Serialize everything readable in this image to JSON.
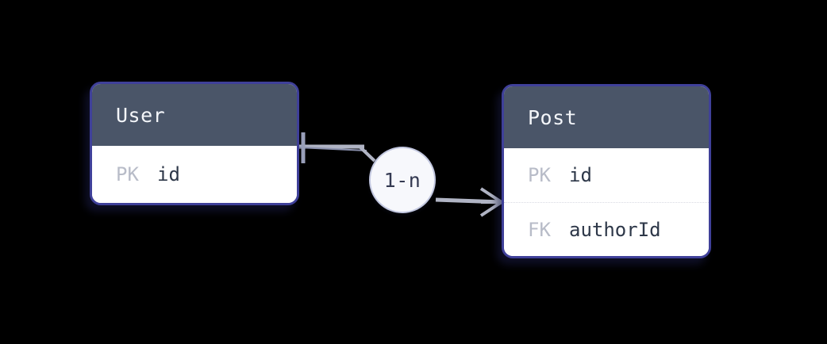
{
  "diagram": {
    "type": "entity-relationship-diagram",
    "background_color": "#000000",
    "entities": [
      {
        "id": "user",
        "title": "User",
        "header_color": "#4a5568",
        "border_color": "#3f4099",
        "body_color": "#ffffff",
        "attributes": [
          {
            "key": "PK",
            "name": "id"
          }
        ]
      },
      {
        "id": "post",
        "title": "Post",
        "header_color": "#4a5568",
        "border_color": "#3f4099",
        "body_color": "#ffffff",
        "attributes": [
          {
            "key": "PK",
            "name": "id"
          },
          {
            "key": "FK",
            "name": "authorId"
          }
        ]
      }
    ],
    "relationship": {
      "label": "1-n",
      "from": "User",
      "to": "Post",
      "from_cardinality": "one",
      "to_cardinality": "many",
      "line_color": "#b0b4c4",
      "badge_fill": "#f7f8fc",
      "badge_border": "#c3c8e0",
      "badge_text_color": "#343a52"
    },
    "key_label_color": "#b8bcc8",
    "attribute_name_color": "#2d3748"
  }
}
